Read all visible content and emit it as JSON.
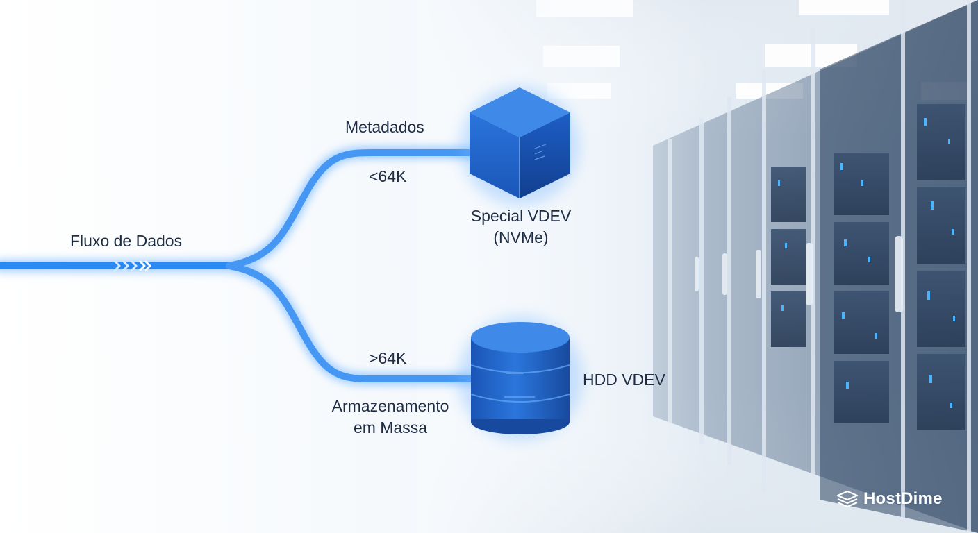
{
  "labels": {
    "data_flow": "Fluxo de Dados",
    "metadata": "Metadados",
    "small_block": "<64K",
    "special_vdev_line1": "Special VDEV",
    "special_vdev_line2": "(NVMe)",
    "large_block": ">64K",
    "mass_storage_line1": "Armazenamento",
    "mass_storage_line2": "em Massa",
    "hdd_vdev": "HDD VDEV"
  },
  "brand": {
    "name": "HostDime",
    "icon": "stacked-layers-logo-icon"
  },
  "colors": {
    "flow_line": "#2b8af2",
    "flow_glow": "#7dbcff",
    "cube_front": "#1f66cf",
    "cube_top": "#3f8ae8",
    "cylinder": "#1e63c9",
    "text": "#1f2d44"
  },
  "icons": {
    "cube": "cube-icon",
    "cylinder": "database-cylinder-icon",
    "arrows": "chevron-arrows-icon",
    "background": "server-room-background"
  }
}
